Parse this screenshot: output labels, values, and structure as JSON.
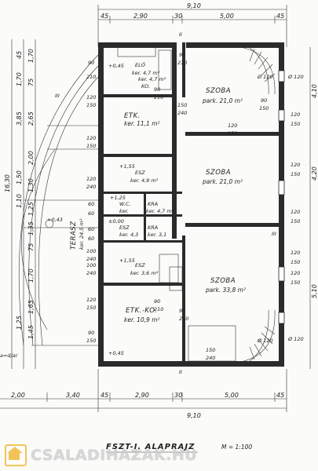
{
  "dimensions": {
    "top_total": "9,10",
    "top_segments": [
      "45",
      "2,90",
      "30",
      "5,00",
      "45"
    ],
    "bottom_segments": [
      "2,00",
      "3,40",
      "45",
      "2,90",
      "30",
      "5,00",
      "45"
    ],
    "bottom_total": "9,10",
    "left_total": "16,30",
    "left_segments": [
      "1,70",
      "75",
      "1,70",
      "45",
      "2,65",
      "3,85",
      "2,00",
      "1,30",
      "1,50",
      "1,10",
      "1,25",
      "1,35",
      "75",
      "1,70",
      "1,65",
      "1,45",
      "1,25"
    ],
    "right_segments": [
      "4,10",
      "4,20",
      "5,10"
    ],
    "right_windows": [
      "Ø 120",
      "120",
      "150",
      "120",
      "150",
      "120",
      "150",
      "120",
      "150",
      "120",
      "150",
      "Ø 120"
    ]
  },
  "rooms": [
    {
      "name": "SZOBA",
      "area": "park. 21,0 m²"
    },
    {
      "name": "SZOBA",
      "area": "park. 21,0 m²"
    },
    {
      "name": "SZOBA",
      "area": "park. 33,8 m²"
    },
    {
      "name": "ETK.",
      "area": "ker. 11,1 m²"
    },
    {
      "name": "ETK.-KO.",
      "area": "ker. 10,9 m²"
    },
    {
      "name": "ELŐ",
      "area": "ker. 4,7 m²"
    },
    {
      "name": "ESZ",
      "area": "ker. 4,9 m²"
    },
    {
      "name": "KRA",
      "area": "ker. 4,7 m²"
    },
    {
      "name": "W.C.",
      "area": "ker."
    },
    {
      "name": "ESZ",
      "area": "ker. 4,3"
    },
    {
      "name": "KRA",
      "area": "ker. 3,1"
    },
    {
      "name": "ESZ",
      "area": "ker. 3,6 m²"
    },
    {
      "name": "KO.",
      "area": "ker. 4,7 m²"
    },
    {
      "name": "TERASZ",
      "area": "ker. 24,5 m²"
    }
  ],
  "openings": {
    "left_labels": [
      "90",
      "210",
      "120",
      "150",
      "120",
      "150",
      "120",
      "240",
      "100",
      "240",
      "60",
      "60",
      "60",
      "60",
      "100",
      "240",
      "120",
      "150",
      "90",
      "150"
    ],
    "inner_labels": [
      "90",
      "210",
      "90",
      "210",
      "150",
      "240",
      "120",
      "150",
      "90",
      "150",
      "90",
      "210",
      "90",
      "210",
      "150",
      "240"
    ],
    "levels": [
      "+1,55",
      "+1,55",
      "+1,25",
      "±0,00",
      "+0,43",
      "+0,45",
      "+0,45"
    ],
    "wall_marks": [
      "II",
      "II",
      "III",
      "III",
      "Ø 120",
      "Ø 120"
    ]
  },
  "legend": {
    "edge_note": "a=d/ar"
  },
  "footer": {
    "title": "FSZT-I. ALAPRAJZ",
    "scale": "M = 1:100"
  },
  "watermark": {
    "text": "CSALADIHAZAK.HU"
  }
}
